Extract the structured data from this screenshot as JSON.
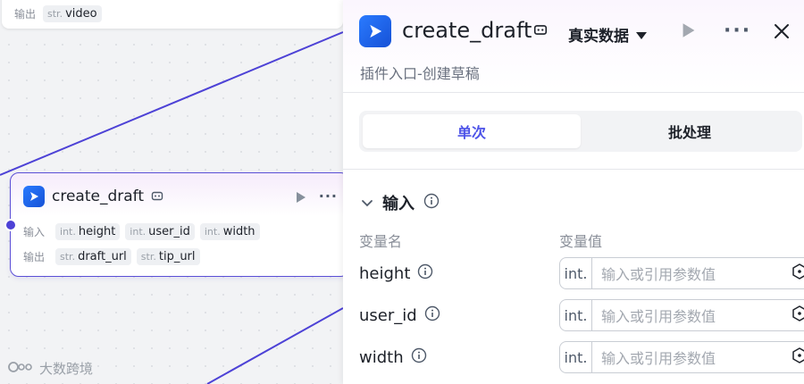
{
  "canvas": {
    "top_node": {
      "output_label": "输出",
      "outputs": [
        {
          "type": "str.",
          "name": "video"
        }
      ]
    },
    "node": {
      "title": "create_draft",
      "input_label": "输入",
      "output_label": "输出",
      "inputs": [
        {
          "type": "int.",
          "name": "height"
        },
        {
          "type": "int.",
          "name": "user_id"
        },
        {
          "type": "int.",
          "name": "width"
        }
      ],
      "outputs": [
        {
          "type": "str.",
          "name": "draft_url"
        },
        {
          "type": "str.",
          "name": "tip_url"
        }
      ]
    },
    "watermark": "大数跨境"
  },
  "panel": {
    "title": "create_draft",
    "data_mode": "真实数据",
    "subtitle": "插件入口-创建草稿",
    "tabs": [
      {
        "label": "单次",
        "active": true
      },
      {
        "label": "批处理",
        "active": false
      }
    ],
    "inputs_section": {
      "title": "输入",
      "col_name": "变量名",
      "col_value": "变量值",
      "rows": [
        {
          "name": "height",
          "type": "int.",
          "placeholder": "输入或引用参数值"
        },
        {
          "name": "user_id",
          "type": "int.",
          "placeholder": "输入或引用参数值"
        },
        {
          "name": "width",
          "type": "int.",
          "placeholder": "输入或引用参数值"
        }
      ]
    }
  },
  "colors": {
    "accent": "#4d53e8",
    "node_border": "#5b4fd6",
    "edge": "#4d42d6",
    "app_icon": "#2a7bff"
  },
  "icons": {
    "app": "play-app-icon",
    "mode": "robot-icon",
    "run": "play-icon",
    "more": "more-icon",
    "close": "close-icon",
    "info": "info-icon",
    "collapse": "chevron-down-icon",
    "reference": "reference-variable-icon"
  }
}
